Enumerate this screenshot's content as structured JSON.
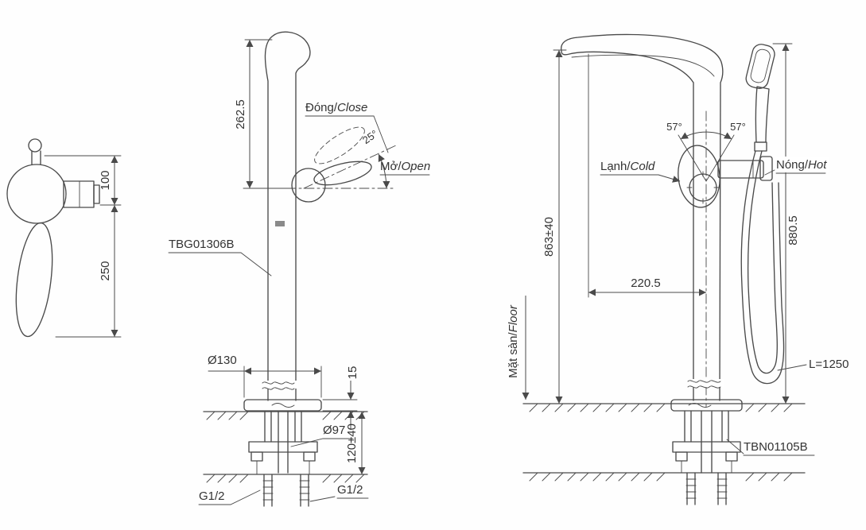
{
  "drawing": {
    "handle_view": {
      "dim_100": "100",
      "dim_250": "250"
    },
    "front_view": {
      "dim_spout_height": "262.5",
      "close_label": {
        "vi": "Đóng/",
        "en": "Close"
      },
      "close_angle": "25°",
      "open_label": {
        "vi": "Mở/",
        "en": "Open"
      },
      "model_code": "TBG01306B",
      "dim_base_diameter": "Ø130",
      "dim_base_height": "15",
      "dim_cover_diameter": "Ø97",
      "dim_mount_depth": "120±40",
      "thread_left": "G1/2",
      "thread_right": "G1/2"
    },
    "side_view": {
      "angle_left": "57°",
      "angle_right": "57°",
      "cold_label": {
        "vi": "Lạnh/",
        "en": "Cold"
      },
      "hot_label": {
        "vi": "Nóng/",
        "en": "Hot"
      },
      "dim_install_height": "863±40",
      "dim_overall_height": "880.5",
      "dim_spout_reach": "220.5",
      "floor_label": {
        "vi": "Mặt sàn/",
        "en": "Floor"
      },
      "hose_length": "L=1250",
      "model_code": "TBN01105B"
    },
    "colors": {
      "line": "#4a4a4a",
      "text": "#333333"
    }
  }
}
